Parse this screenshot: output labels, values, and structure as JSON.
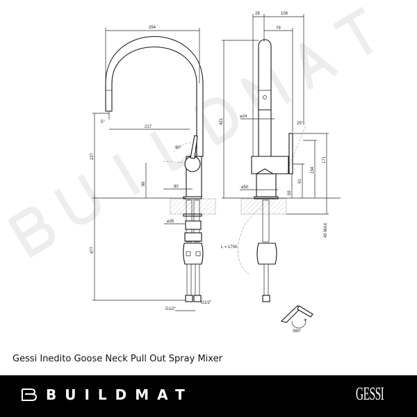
{
  "watermark": "BUILDMAT",
  "title": "Gessi Inedito Goose Neck Pull Out Spray Mixer",
  "footer": {
    "brand": "BUILDMAT",
    "logo": "GESSI"
  },
  "dimensions": {
    "side": {
      "width": "254",
      "spray_angle": "5°",
      "reach": "217",
      "lever_angle": "90°",
      "height": "227",
      "lever_height": "96",
      "lever_reach": "80",
      "hose_length_below": "477",
      "hose_diameter": "⌀35",
      "connector_a": "G1/2\"",
      "connector_b": "G1/2\""
    },
    "front": {
      "offset": "28",
      "depth": "108",
      "spout_reach": "79",
      "total_height": "421",
      "spout_diameter": "⌀24",
      "lever_angle": "25°",
      "h171": "171",
      "h154": "154",
      "h91": "91",
      "h59": "59",
      "base_diameter": "⌀50",
      "counter_max": "40 MAX",
      "hose_length": "L = 1700",
      "rotation": "360°"
    }
  }
}
